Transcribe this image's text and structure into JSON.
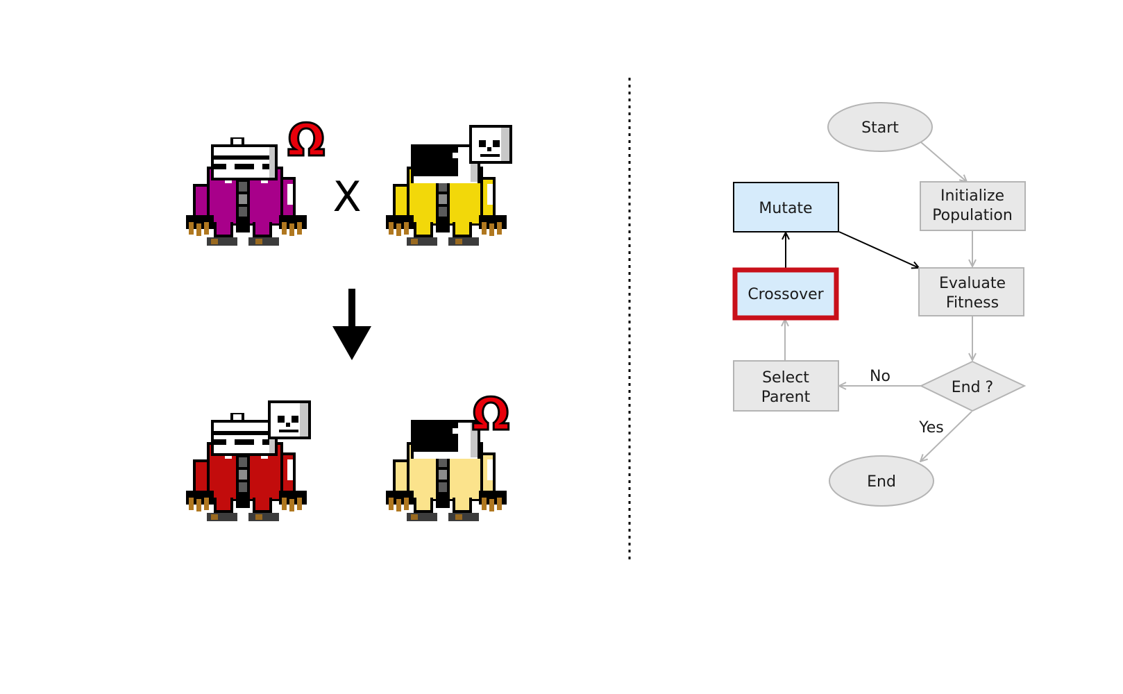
{
  "cross_symbol": "X",
  "parents": [
    {
      "body_color": "#a8008a",
      "head": "robot",
      "badge": "omega"
    },
    {
      "body_color": "#f2d80a",
      "head": "orca",
      "badge": "skull"
    }
  ],
  "offspring": [
    {
      "body_color": "#c20c0c",
      "head": "robot",
      "badge": "skull"
    },
    {
      "body_color": "#fbe38c",
      "head": "orca",
      "badge": "omega"
    }
  ],
  "badge_symbols": {
    "omega": "Ω"
  },
  "colors": {
    "highlight_border": "#c8101a",
    "highlight_fill": "#d6ebfb",
    "default_fill": "#e8e8e8",
    "default_border": "#b4b4b4",
    "black_edge": "#000000",
    "gray_edge": "#b4b4b4"
  },
  "flowchart": {
    "nodes": {
      "start": {
        "label": "Start",
        "shape": "ellipse"
      },
      "init": {
        "label_lines": [
          "Initialize",
          "Population"
        ],
        "shape": "rect"
      },
      "mutate": {
        "label": "Mutate",
        "shape": "rect",
        "style": "blue"
      },
      "crossover": {
        "label": "Crossover",
        "shape": "rect",
        "style": "highlight"
      },
      "evaluate": {
        "label_lines": [
          "Evaluate",
          "Fitness"
        ],
        "shape": "rect"
      },
      "select": {
        "label_lines": [
          "Select",
          "Parent"
        ],
        "shape": "rect"
      },
      "decision": {
        "label": "End ?",
        "shape": "diamond"
      },
      "end": {
        "label": "End",
        "shape": "ellipse"
      }
    },
    "edge_labels": {
      "no": "No",
      "yes": "Yes"
    }
  }
}
